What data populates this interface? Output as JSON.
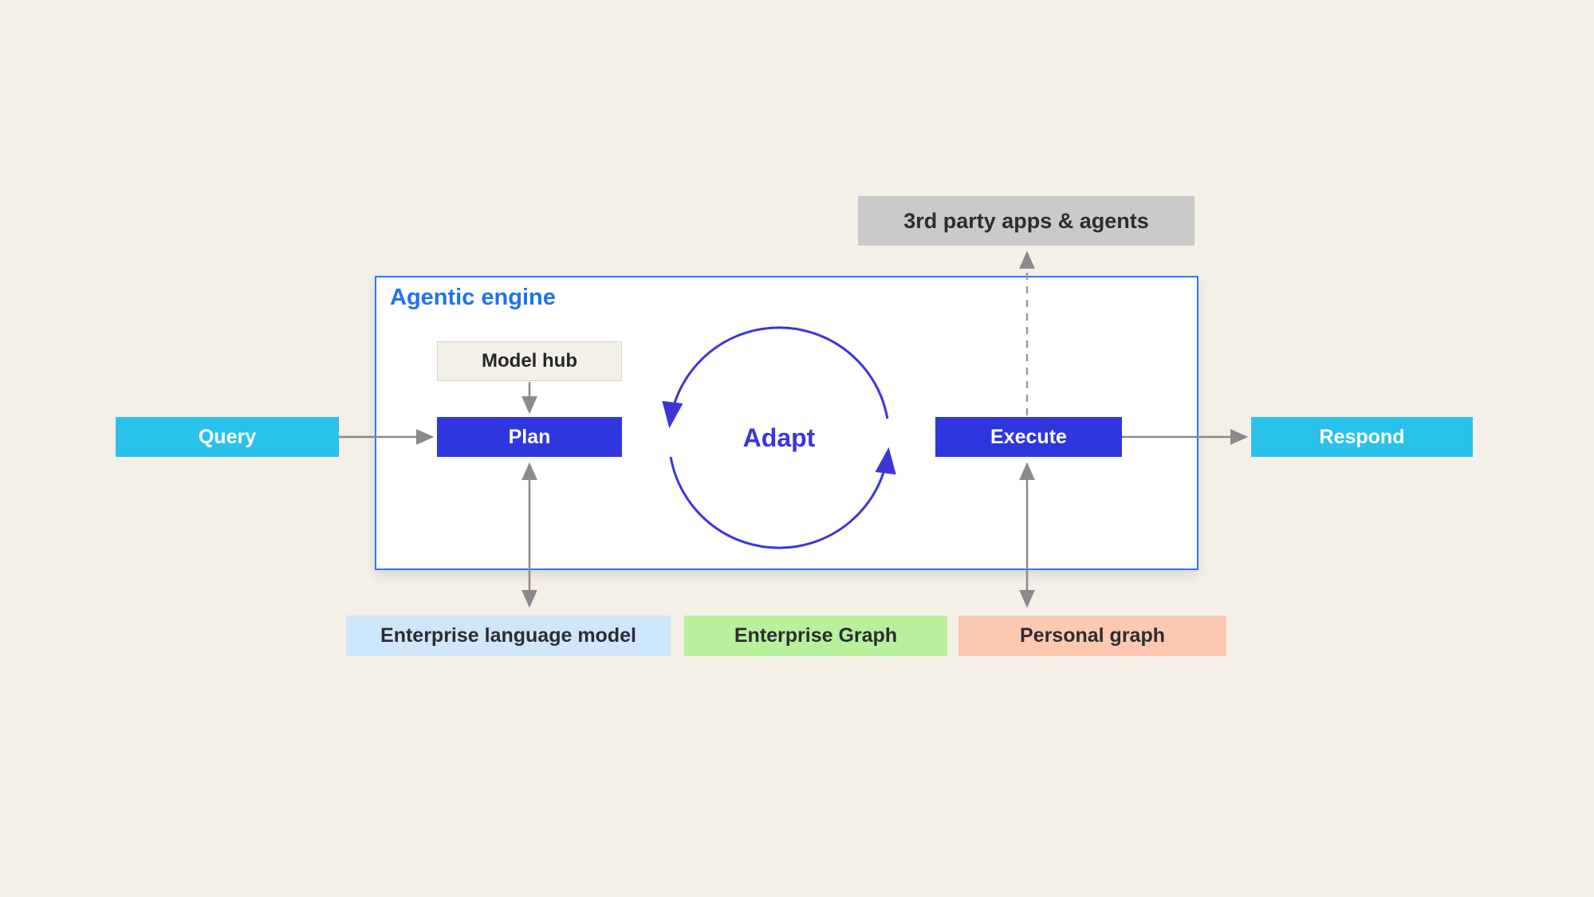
{
  "diagram": {
    "title": "Agentic engine",
    "nodes": {
      "query": {
        "label": "Query"
      },
      "model_hub": {
        "label": "Model hub"
      },
      "plan": {
        "label": "Plan"
      },
      "adapt": {
        "label": "Adapt"
      },
      "execute": {
        "label": "Execute"
      },
      "respond": {
        "label": "Respond"
      },
      "third_party": {
        "label": "3rd party apps & agents"
      },
      "enterprise_language_model": {
        "label": "Enterprise language model"
      },
      "enterprise_graph": {
        "label": "Enterprise Graph"
      },
      "personal_graph": {
        "label": "Personal graph"
      }
    },
    "edges": [
      {
        "from": "query",
        "to": "plan",
        "style": "solid-arrow"
      },
      {
        "from": "model_hub",
        "to": "plan",
        "style": "solid-arrow"
      },
      {
        "from": "plan",
        "to": "enterprise_language_model",
        "style": "double-arrow"
      },
      {
        "from": "execute",
        "to": "personal_graph",
        "style": "double-arrow"
      },
      {
        "from": "execute",
        "to": "respond",
        "style": "solid-arrow"
      },
      {
        "from": "execute",
        "to": "third_party",
        "style": "dashed-arrow"
      },
      {
        "from": "plan",
        "to": "execute",
        "style": "adapt-cycle"
      }
    ],
    "colors": {
      "background": "#f4efe7",
      "io_cyan": "#2ac2ea",
      "action_blue": "#2f36de",
      "adapt_blue": "#3c35d6",
      "engine_border_blue": "#2a78f2",
      "engine_title_blue": "#1f72f0",
      "third_party_gray": "#cacaca",
      "model_hub_beige": "#f3f0e7",
      "store_light_blue": "#cfe7fa",
      "store_light_green": "#baf09c",
      "store_salmon": "#fcc9b0",
      "arrow_gray": "#8a8a8a"
    }
  }
}
